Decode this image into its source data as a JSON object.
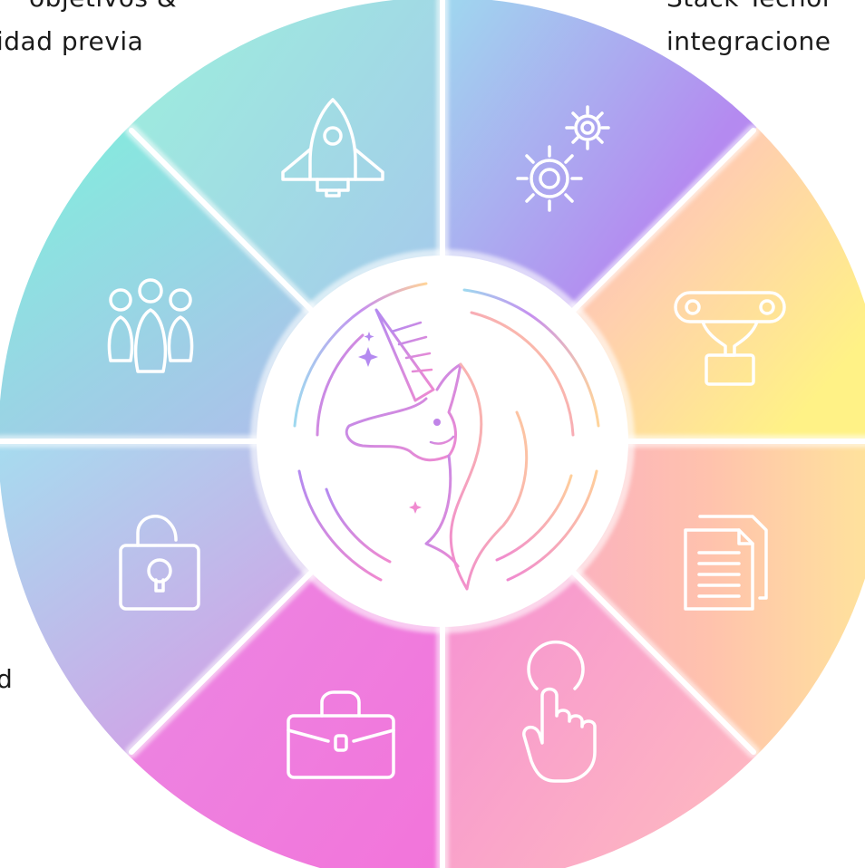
{
  "labels": {
    "top_left_line1": "objetivos &",
    "top_left_line2": "idad previa",
    "top_right_line1": "Stack Tecnol",
    "top_right_line2": "integracione",
    "left_fragment": "d"
  },
  "colors": {
    "teal": "#8eecd9",
    "violet": "#b48af0",
    "yellow": "#fff08a",
    "peach": "#ffc0a6",
    "pink": "#f27ad8",
    "magenta": "#e878e0",
    "sky": "#a6dcef",
    "line": "#ffffff",
    "unicorn_pink": "#f08ad0",
    "unicorn_purple": "#b48af0"
  },
  "icons": [
    "rocket-icon",
    "gears-icon",
    "trophy-icon",
    "documents-icon",
    "pointer-hand-icon",
    "briefcase-icon",
    "padlock-icon",
    "team-icon",
    "unicorn-logo"
  ]
}
